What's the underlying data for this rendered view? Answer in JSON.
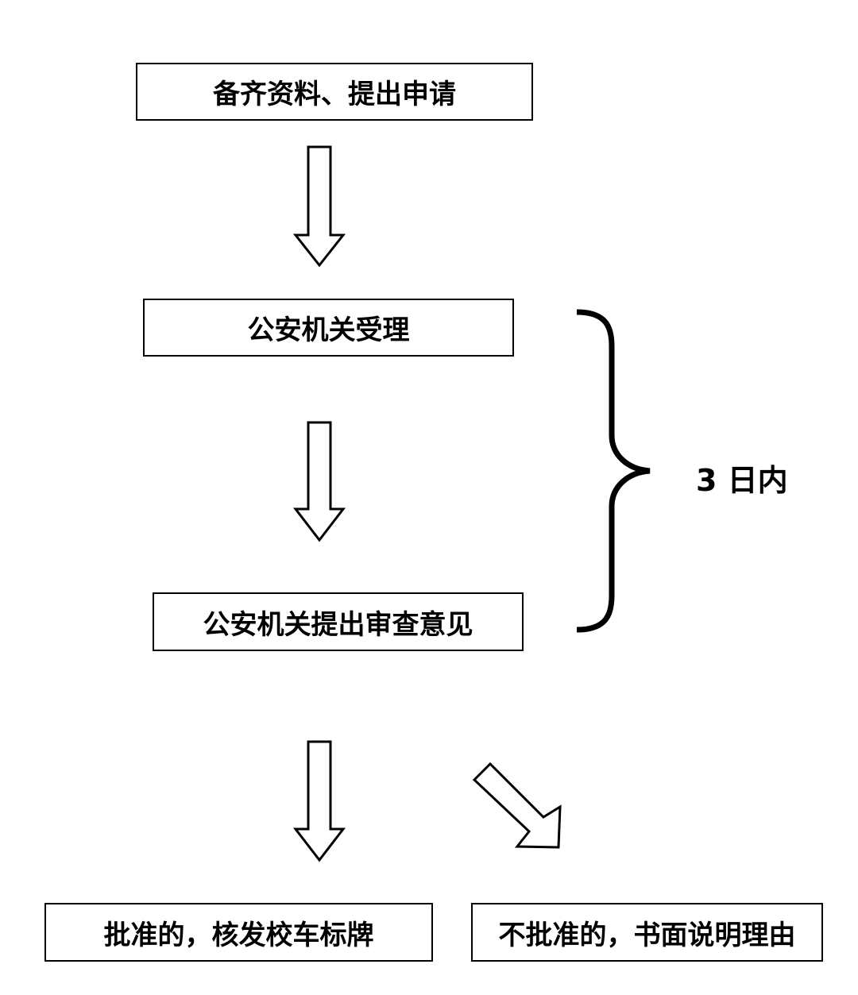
{
  "steps": {
    "apply": "备齐资料、提出申请",
    "accept": "公安机关受理",
    "review": "公安机关提出审查意见",
    "approve": "批准的，核发校车标牌",
    "reject": "不批准的，书面说明理由"
  },
  "duration_label": "3 日内"
}
